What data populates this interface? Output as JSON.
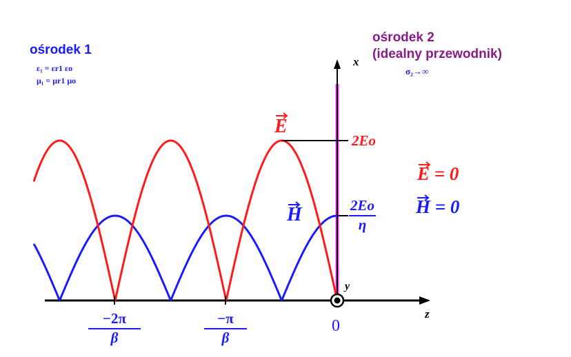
{
  "medium1": {
    "title": "ośrodek 1",
    "eps": "ε₁ = εr1 εo",
    "mu": "μ₁ = μr1 μo"
  },
  "medium2": {
    "title": "ośrodek 2",
    "subtitle": "(idealny przewodnik)",
    "sigma": "σ₂→∞"
  },
  "axes": {
    "x": "x",
    "y": "y",
    "z": "z"
  },
  "fields": {
    "E_label": "E",
    "H_label": "H",
    "E_max": "2Eo",
    "H_max_num": "2Eo",
    "H_max_den": "η",
    "E_zero": "E = 0",
    "H_zero": "H = 0"
  },
  "ticks": [
    {
      "num": "−2π",
      "den": "β"
    },
    {
      "num": "−π",
      "den": "β"
    },
    {
      "num": "0"
    }
  ],
  "colors": {
    "E": "#ff1a1a",
    "H": "#1a1aff",
    "boundary": "#ff33ff",
    "axis": "#000000",
    "medium2": "#8a1a8a"
  }
}
